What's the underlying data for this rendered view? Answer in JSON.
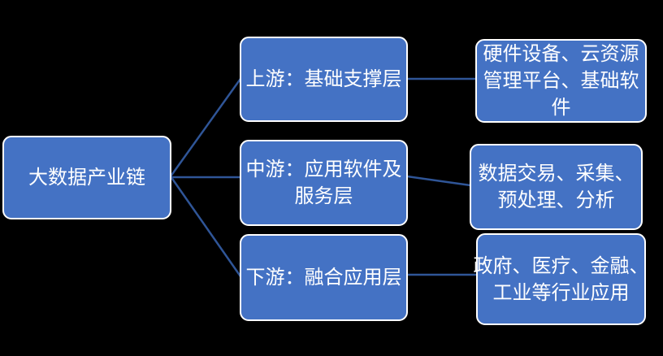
{
  "diagram": {
    "type": "flowchart",
    "colors": {
      "background": "#000000",
      "node_fill": "#4472C4",
      "node_border": "#FFFFFF",
      "connector": "#2F5597",
      "text": "#FFFFFF"
    },
    "root": {
      "id": "root",
      "label": "大数据产业链",
      "lines": [
        "大数据产业链"
      ]
    },
    "middle": [
      {
        "id": "upstream",
        "label": "上游：基础支撑层",
        "lines": [
          "上游：基础支撑层"
        ]
      },
      {
        "id": "midstream",
        "label": "中游：应用软件及服务层",
        "lines": [
          "中游：应用软件及",
          "服务层"
        ]
      },
      {
        "id": "downstream",
        "label": "下游：融合应用层",
        "lines": [
          "下游：融合应用层"
        ]
      }
    ],
    "right": [
      {
        "id": "upstream-detail",
        "label": "硬件设备、云资源管理平台、基础软件",
        "lines": [
          "硬件设备、云资源",
          "管理平台、基础软",
          "件"
        ]
      },
      {
        "id": "midstream-detail",
        "label": "数据交易、采集、预处理、分析",
        "lines": [
          "数据交易、采集、",
          "预处理、分析"
        ]
      },
      {
        "id": "downstream-detail",
        "label": "政府、医疗、金融、工业等行业应用",
        "lines": [
          "政府、医疗、金融、",
          "工业等行业应用"
        ]
      }
    ],
    "edges": [
      {
        "from": "大数据产业链",
        "to": "上游：基础支撑层"
      },
      {
        "from": "大数据产业链",
        "to": "中游：应用软件及服务层"
      },
      {
        "from": "大数据产业链",
        "to": "下游：融合应用层"
      },
      {
        "from": "上游：基础支撑层",
        "to": "硬件设备、云资源管理平台、基础软件"
      },
      {
        "from": "中游：应用软件及服务层",
        "to": "数据交易、采集、预处理、分析"
      },
      {
        "from": "下游：融合应用层",
        "to": "政府、医疗、金融、工业等行业应用"
      }
    ]
  }
}
